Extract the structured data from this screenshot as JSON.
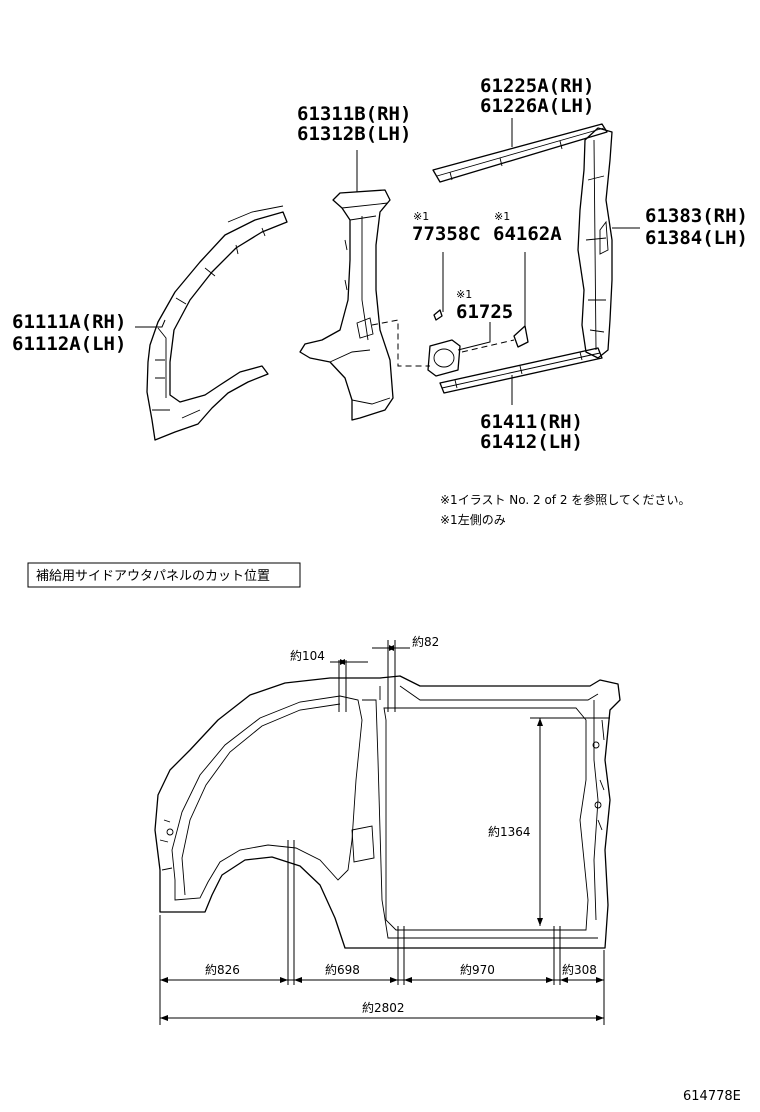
{
  "part_labels": {
    "roof_side_rh": "61225A(RH)",
    "roof_side_lh": "61226A(LH)",
    "center_pillar_rh": "61311B(RH)",
    "center_pillar_lh": "61312B(LH)",
    "clip_mark": "※1",
    "clip_code": "77358C",
    "bracket_mark": "※1",
    "bracket_code": "64162A",
    "rear_pillar_rh": "61383(RH)",
    "rear_pillar_lh": "61384(LH)",
    "lid_mark": "※1",
    "lid_code": "61725",
    "front_pillar_rh": "61111A(RH)",
    "front_pillar_lh": "61112A(LH)",
    "rocker_rh": "61411(RH)",
    "rocker_lh": "61412(LH)"
  },
  "notes": {
    "line1": "※1イラスト No. 2 of 2 を参照してください。",
    "line2": "※1左側のみ"
  },
  "cut_section": {
    "title": "補給用サイドアウタパネルのカット位置",
    "dimensions": {
      "top_104": "約104",
      "top_82": "約82",
      "height_1364": "約1364",
      "seg_826": "約826",
      "seg_698": "約698",
      "seg_970": "約970",
      "seg_308": "約308",
      "total_2802": "約2802"
    }
  },
  "figure_code": "614778E"
}
